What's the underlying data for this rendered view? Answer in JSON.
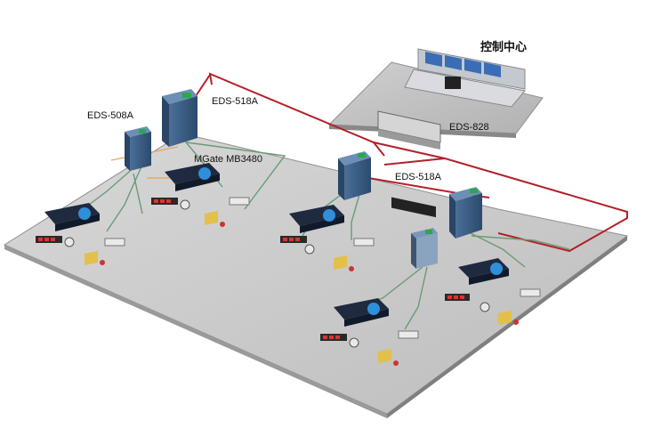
{
  "labels": {
    "control_center": "控制中心",
    "eds_508a": "EDS-508A",
    "eds_518a_top": "EDS-518A",
    "eds_828": "EDS-828",
    "mgate": "MGate MB3480",
    "eds_518a_mid": "EDS-518A"
  },
  "colors": {
    "floor": "#c9c9c9",
    "floor_edge": "#8a8a8a",
    "ring": "#b3202a",
    "fiber": "#6a9a74",
    "serial": "#e0a85a",
    "device_body": "#2b3a55",
    "switch_body": "#3d5f86"
  },
  "icons": [
    "ethernet-switch-icon",
    "serial-gateway-icon",
    "display-panel-icon",
    "controller-icon",
    "workstation-icon"
  ]
}
